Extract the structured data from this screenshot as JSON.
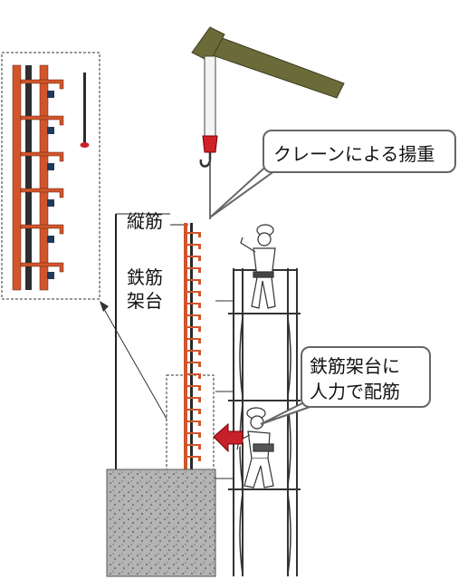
{
  "labels": {
    "crane_lifting": "クレーンによる揚重",
    "vertical_bar": "縦筋",
    "rebar_stand_line1": "鉄筋",
    "rebar_stand_line2": "架台",
    "manual_line1": "鉄筋架台に",
    "manual_line2": "人力で配筋"
  },
  "colors": {
    "crane_boom": "#6b6b3a",
    "hook": "#d0202a",
    "rebar": "#d2552a",
    "bar_dark": "#2a2a2a",
    "arrow": "#c8202a",
    "foundation": "#a8a8a8",
    "callout_border": "#666666"
  },
  "icons": {
    "crane_hook": "crane-hook-icon",
    "worker": "worker-icon",
    "arrow": "red-arrow-icon"
  }
}
